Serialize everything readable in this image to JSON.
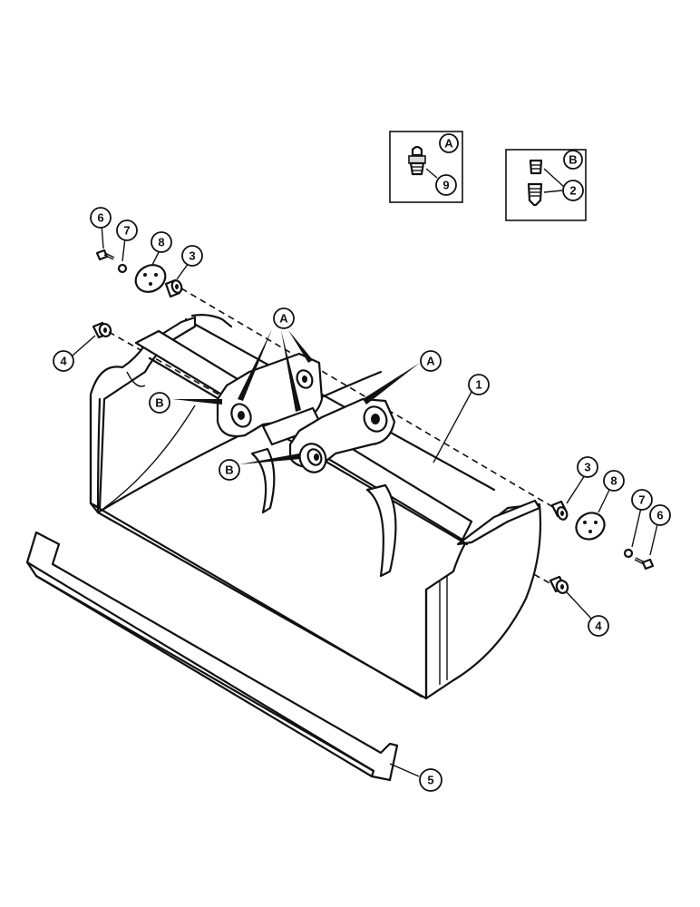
{
  "diagram": {
    "callouts": {
      "inset_a_label": "A",
      "inset_a_part": "9",
      "inset_b_label": "B",
      "inset_b_part": "2",
      "left_6": "6",
      "left_7": "7",
      "left_8": "8",
      "left_3": "3",
      "left_4": "4",
      "top_A": "A",
      "mid_A": "A",
      "left_B": "B",
      "center_B": "B",
      "bucket_1": "1",
      "right_3": "3",
      "right_8": "8",
      "right_7": "7",
      "right_6": "6",
      "right_4": "4",
      "edge_5": "5"
    }
  }
}
